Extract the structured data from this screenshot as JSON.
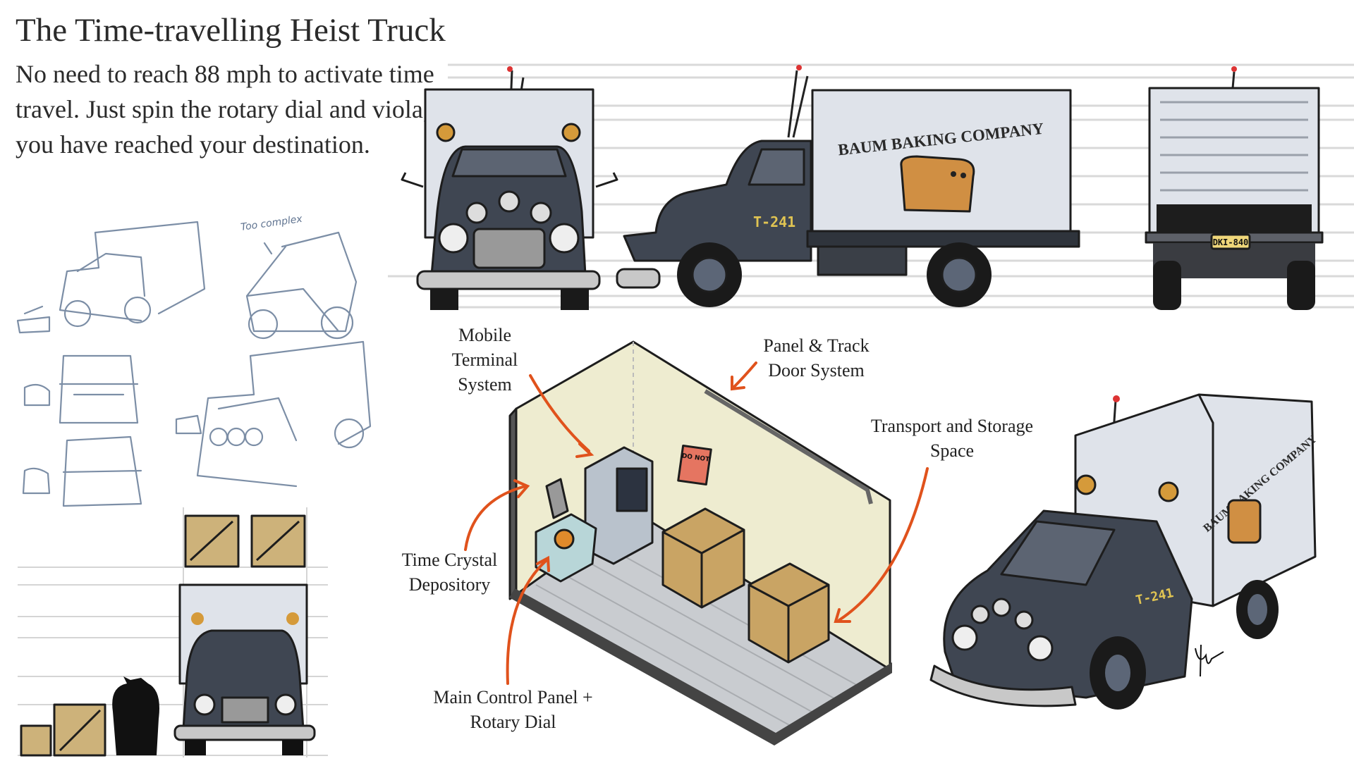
{
  "header": {
    "title": "The Time-travelling Heist Truck",
    "description": "No need to reach 88 mph to activate time travel. Just spin the rotary dial and viola, you have reached your destination."
  },
  "sketches": {
    "note": "Too complex"
  },
  "truck": {
    "company_name": "BAUM BAKING COMPANY",
    "side_number": "T-241",
    "license_plate": "DKI-840",
    "body_color": "#3f4652",
    "box_color": "#dfe3ea",
    "accent_color": "#e0c452"
  },
  "interior": {
    "wall_color": "#eeecd0",
    "arrow_color": "#e0521c",
    "note_sign": "DO NOT",
    "labels": {
      "mobile_terminal": "Mobile Terminal System",
      "panel_door": "Panel & Track Door System",
      "storage": "Transport and Storage Space",
      "crystal": "Time Crystal Depository",
      "control_panel": "Main Control Panel + Rotary Dial"
    }
  }
}
